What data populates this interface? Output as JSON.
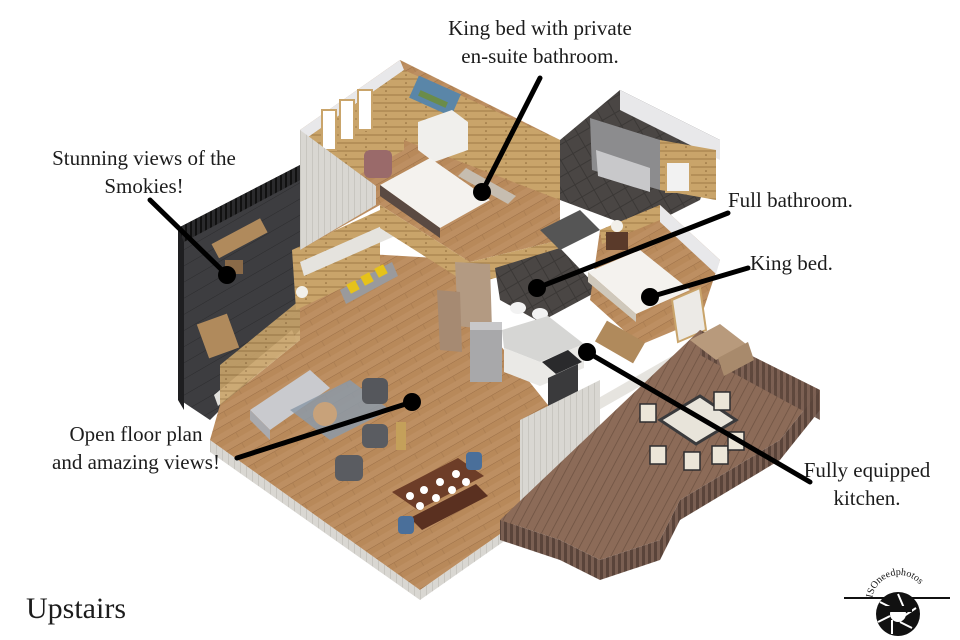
{
  "title": "Upstairs",
  "callouts": [
    {
      "id": "master",
      "lines": [
        "King bed with private",
        "en-suite bathroom."
      ]
    },
    {
      "id": "deck_views",
      "lines": [
        "Stunning views of the",
        "Smokies!"
      ]
    },
    {
      "id": "full_bath",
      "lines": [
        "Full bathroom."
      ]
    },
    {
      "id": "king_bed",
      "lines": [
        "King bed."
      ]
    },
    {
      "id": "open_floor",
      "lines": [
        "Open floor plan",
        "and amazing views!"
      ]
    },
    {
      "id": "kitchen",
      "lines": [
        "Fully equipped",
        "kitchen."
      ]
    }
  ],
  "logo": {
    "text": "ISOneedphotos"
  },
  "colors": {
    "wood_floor": "#b98a5a",
    "log_wall": "#c9a46a",
    "wall_top": "#e8e8ea",
    "deck": "#8a6a58",
    "dark_deck": "#3a3a3c",
    "leader": "#000000"
  }
}
